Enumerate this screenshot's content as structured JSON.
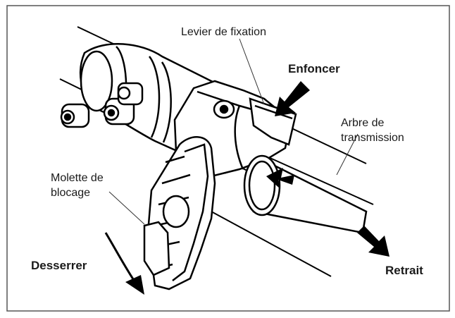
{
  "labels": {
    "levier": "Levier de  fixation",
    "enfoncer": "Enfoncer",
    "arbre_l1": "Arbre de",
    "arbre_l2": "transmission",
    "molette_l1": "Molette de",
    "molette_l2": "blocage",
    "desserrer": "Desserrer",
    "retrait": "Retrait"
  },
  "colors": {
    "line": "#000000",
    "frame": "#555555"
  }
}
